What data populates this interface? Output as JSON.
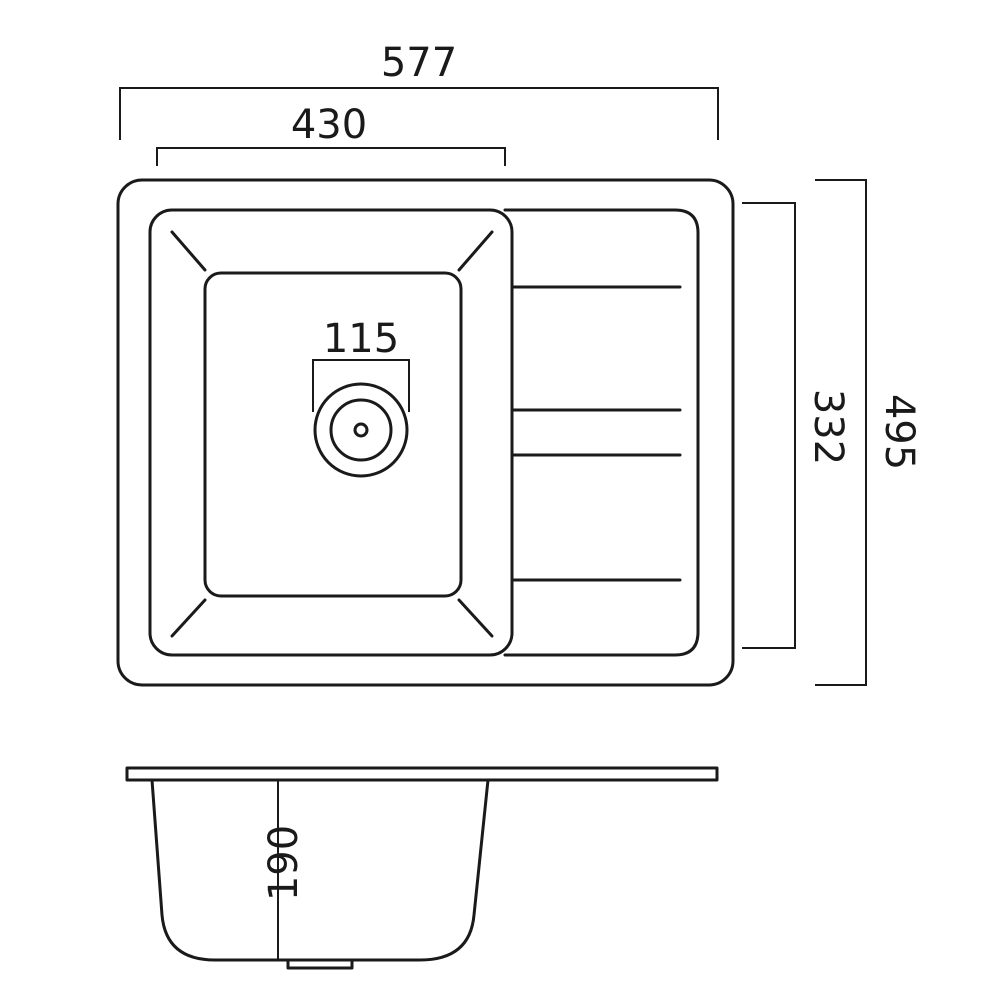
{
  "dimensions": {
    "overall_width": "577",
    "bowl_width": "430",
    "drain_diameter": "115",
    "inner_depth_length": "332",
    "overall_length": "495",
    "bowl_depth": "190"
  },
  "colors": {
    "line": "#1a1a1a",
    "background": "#ffffff"
  }
}
